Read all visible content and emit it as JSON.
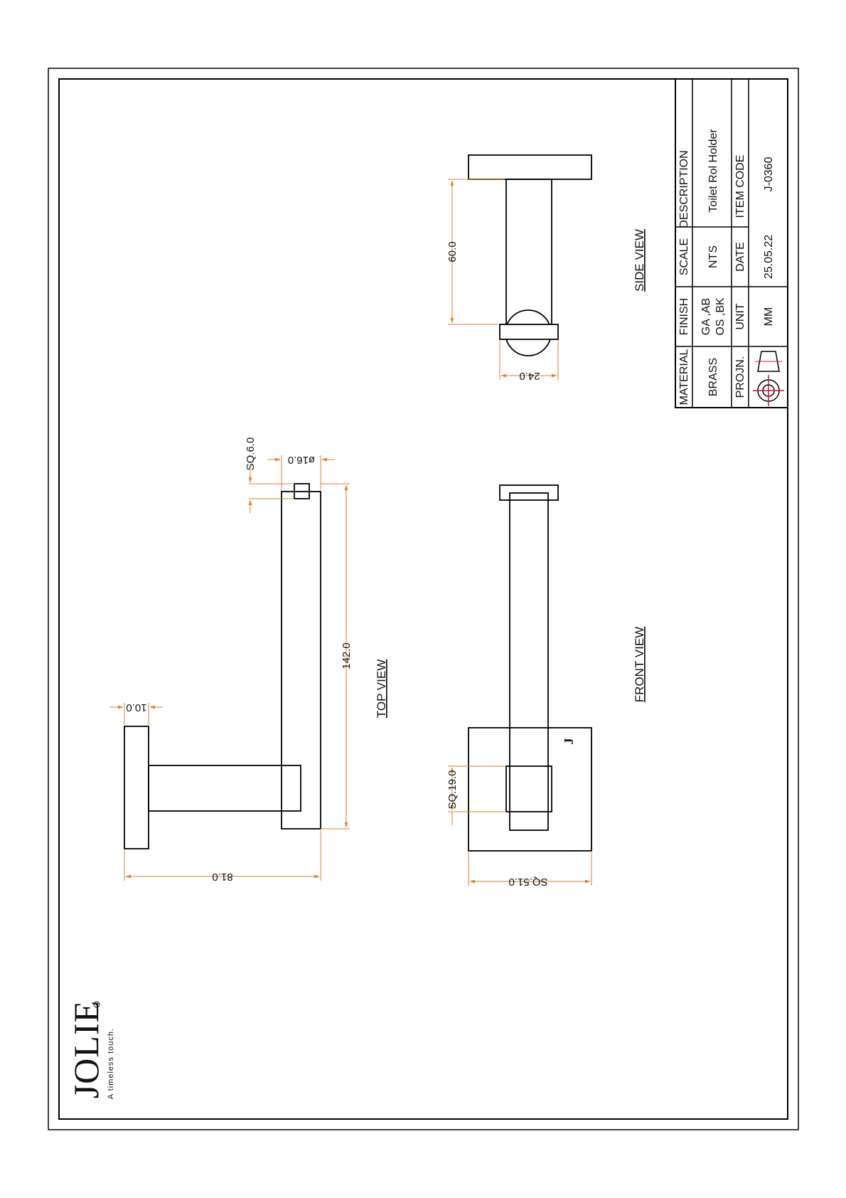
{
  "brand": {
    "logo": "JOLIE",
    "tagline": "A timeless touch."
  },
  "views": {
    "top": "TOP VIEW",
    "front": "FRONT VIEW",
    "side": "SIDE VIEW"
  },
  "dimensions": {
    "top_arm_length": "142.0",
    "top_overall_depth": "81.0",
    "top_plate_thickness": "10.0",
    "top_tip_square": "SQ.6.0",
    "top_arm_diameter": "ø16.0",
    "front_post_square": "SQ.19.0",
    "front_plate_square": "SQ.51.0",
    "side_height": "60.0",
    "side_width": "24.0"
  },
  "title_block": {
    "headers": {
      "material": "MATERIAL",
      "finish": "FINISH",
      "scale": "SCALE",
      "description": "DESCRIPTION",
      "projection": "PROJN.",
      "unit": "UNIT",
      "date": "DATE",
      "item_code": "ITEM CODE"
    },
    "values": {
      "material": "BRASS",
      "finish_line1": "GA ,AB",
      "finish_line2": "OS ,BK",
      "scale": "NTS",
      "description": "Toilet Rol Holder",
      "unit": "MM",
      "date": "25.05.22",
      "item_code": "J-0360"
    }
  },
  "colors": {
    "dimension": "#d9822b",
    "projection_symbol": "#c0143c",
    "outline": "#000000"
  }
}
